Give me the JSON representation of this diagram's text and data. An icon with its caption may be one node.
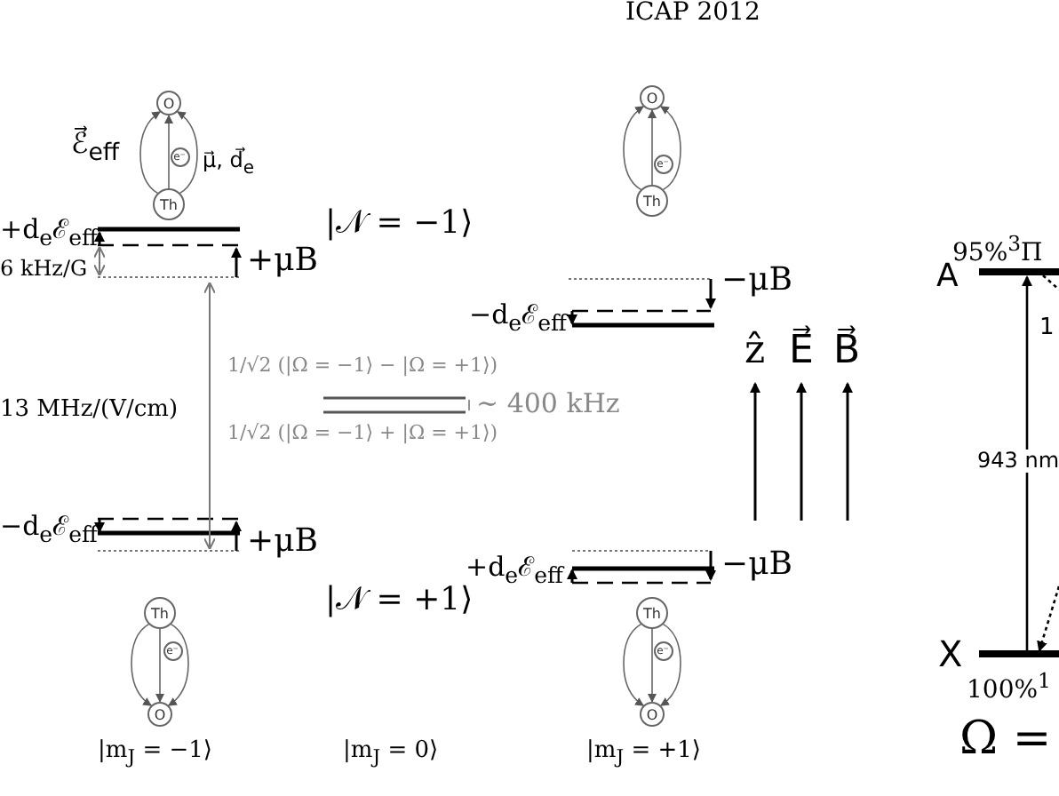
{
  "diagram": {
    "nodes": [
      {
        "text": [
          "O"
        ]
      },
      {
        "text": [
          "Th"
        ]
      },
      {
        "text": [
          "e⁻"
        ]
      },
      {
        "text": [
          "O"
        ]
      },
      {
        "text": [
          "Th"
        ]
      },
      {
        "text": [
          "e⁻"
        ]
      },
      {
        "text": [
          "Th"
        ]
      },
      {
        "text": [
          "O"
        ]
      },
      {
        "text": [
          "e⁻"
        ]
      },
      {
        "text": [
          "Th"
        ]
      },
      {
        "text": [
          "O"
        ]
      },
      {
        "text": [
          "e⁻"
        ]
      },
      {
        "text": [],
        "shape": "bar"
      },
      {
        "text": [],
        "shape": "bar"
      }
    ],
    "edges": [
      {
        "from": 1,
        "to": 0,
        "arrow": "to"
      },
      {
        "from": 1,
        "to": 0,
        "arrow": "to"
      },
      {
        "from": 1,
        "to": 0,
        "arrow": "to"
      },
      {
        "from": 4,
        "to": 3,
        "arrow": "to"
      },
      {
        "from": 4,
        "to": 3,
        "arrow": "to"
      },
      {
        "from": 4,
        "to": 3,
        "arrow": "to"
      },
      {
        "from": 6,
        "to": 7,
        "arrow": "to"
      },
      {
        "from": 6,
        "to": 7,
        "arrow": "to"
      },
      {
        "from": 6,
        "to": 7,
        "arrow": "to"
      },
      {
        "from": 9,
        "to": 10,
        "arrow": "to"
      },
      {
        "from": 9,
        "to": 10,
        "arrow": "to"
      },
      {
        "from": 9,
        "to": 10,
        "arrow": "to"
      },
      {
        "from": 13,
        "to": 12,
        "arrow": "to",
        "label": "943 nm",
        "color": "#000000"
      },
      {
        "from": null,
        "to": 13,
        "arrow": "to",
        "style": "dashed",
        "color": "#000000"
      },
      {
        "from": 12,
        "to": null,
        "arrow": "none",
        "style": "dashed",
        "color": "#000000"
      }
    ],
    "labels": [
      "ICAP 2012",
      "ℰ⃗$_{eff}$",
      "μ⃗, d⃗$_{e}$",
      "+d$_{e}$ℰ$_{eff}$",
      "6 kHz/G",
      "+μB",
      "|𝒩 = −1⟩",
      "95%$^{3}$Π",
      "A",
      "−d$_{e}$ℰ$_{eff}$",
      "−μB",
      "ẑ",
      "E⃗",
      "B⃗",
      "1",
      "13 MHz/(V/cm)",
      "1/√2 (|Ω = −1⟩ − |Ω = +1⟩)",
      "∼ 400 kHz",
      "1/√2 (|Ω = −1⟩ + |Ω = +1⟩)",
      "−d$_{e}$ℰ$_{eff}$",
      "+μB",
      "|𝒩 = +1⟩",
      "+d$_{e}$ℰ$_{eff}$",
      "−μB",
      "X",
      "100%$^{1}$",
      "|m$_{J}$ = −1⟩",
      "|m$_{J}$ = 0⟩",
      "|m$_{J}$ = +1⟩",
      "Ω ="
    ]
  }
}
